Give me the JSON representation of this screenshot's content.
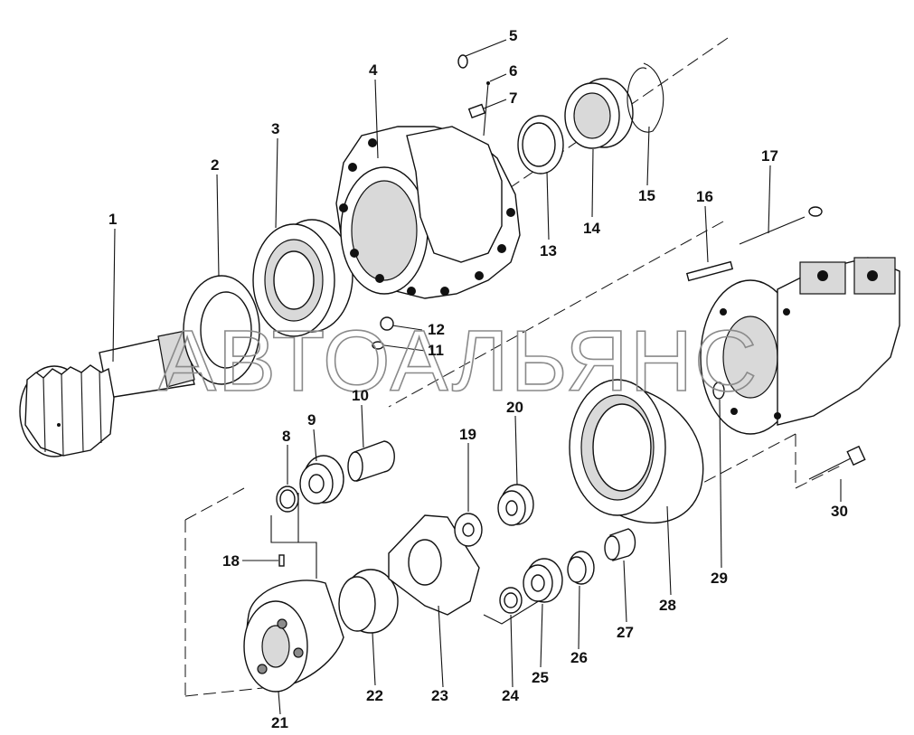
{
  "watermark": "АВТОАЛЬЯНС",
  "callouts": [
    {
      "id": "1",
      "label": "1"
    },
    {
      "id": "2",
      "label": "2"
    },
    {
      "id": "3",
      "label": "3"
    },
    {
      "id": "4",
      "label": "4"
    },
    {
      "id": "5",
      "label": "5"
    },
    {
      "id": "6",
      "label": "6"
    },
    {
      "id": "7",
      "label": "7"
    },
    {
      "id": "8",
      "label": "8"
    },
    {
      "id": "9",
      "label": "9"
    },
    {
      "id": "10",
      "label": "10"
    },
    {
      "id": "11",
      "label": "11"
    },
    {
      "id": "12",
      "label": "12"
    },
    {
      "id": "13",
      "label": "13"
    },
    {
      "id": "14",
      "label": "14"
    },
    {
      "id": "15",
      "label": "15"
    },
    {
      "id": "16",
      "label": "16"
    },
    {
      "id": "17",
      "label": "17"
    },
    {
      "id": "18",
      "label": "18"
    },
    {
      "id": "19",
      "label": "19"
    },
    {
      "id": "20",
      "label": "20"
    },
    {
      "id": "21",
      "label": "21"
    },
    {
      "id": "22",
      "label": "22"
    },
    {
      "id": "23",
      "label": "23"
    },
    {
      "id": "24",
      "label": "24"
    },
    {
      "id": "25",
      "label": "25"
    },
    {
      "id": "26",
      "label": "26"
    },
    {
      "id": "27",
      "label": "27"
    },
    {
      "id": "28",
      "label": "28"
    },
    {
      "id": "29",
      "label": "29"
    },
    {
      "id": "30",
      "label": "30"
    }
  ]
}
